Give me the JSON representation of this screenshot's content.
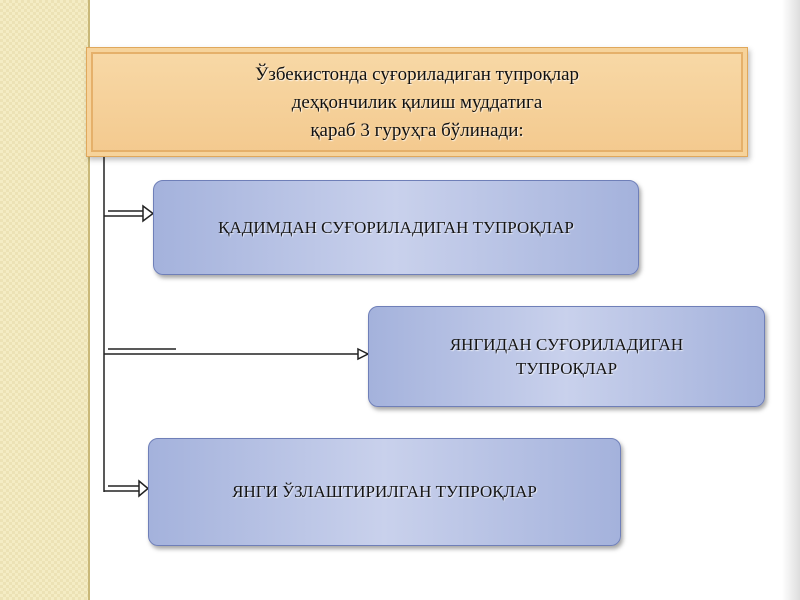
{
  "title": {
    "lines": [
      "Ўзбекистонда суғориладиган тупроқлар",
      "деҳқончилик қилиш муддатига",
      "қараб 3 гуруҳга бўлинади:"
    ]
  },
  "categories": [
    {
      "lines": [
        "ҚАДИМДАН СУҒОРИЛАДИГАН ТУПРОҚЛАР"
      ]
    },
    {
      "lines": [
        "ЯНГИДАН СУҒОРИЛАДИГАН",
        "ТУПРОҚЛАР"
      ]
    },
    {
      "lines": [
        "ЯНГИ ЎЗЛАШТИРИЛГАН ТУПРОҚЛАР"
      ]
    }
  ],
  "colors": {
    "title_fill": "#f3c98e",
    "node_fill": "#a4b2dc",
    "connector": "#222222"
  }
}
